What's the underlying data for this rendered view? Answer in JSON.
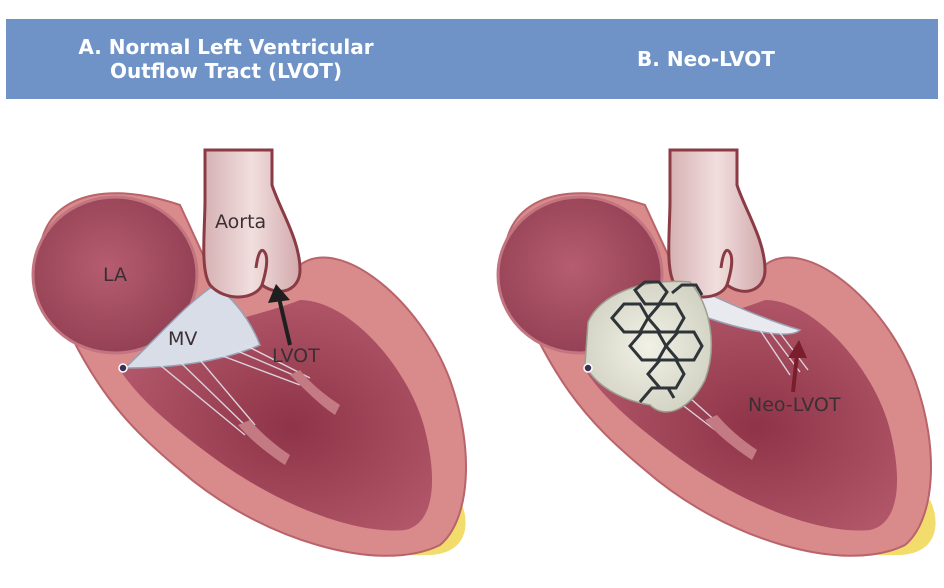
{
  "panels": [
    {
      "title": "A. Normal Left Ventricular\nOutflow Tract (LVOT)",
      "labels": {
        "aorta": "Aorta",
        "la": "LA",
        "mv": "MV",
        "lvot": "LVOT"
      }
    },
    {
      "title": "B. Neo-LVOT",
      "labels": {
        "lvot": "Neo-LVOT"
      }
    }
  ],
  "colors": {
    "header": "#6f93c6",
    "myocardium": "#d98a8b",
    "cavity": "#a84a5e",
    "aorta": "#e6c8c8",
    "valve": "#d9dde8",
    "fat": "#f2dc6b",
    "stent": "#e4e4d6",
    "arrow_a": "#1f1f1f",
    "arrow_b": "#7a1e2c"
  }
}
